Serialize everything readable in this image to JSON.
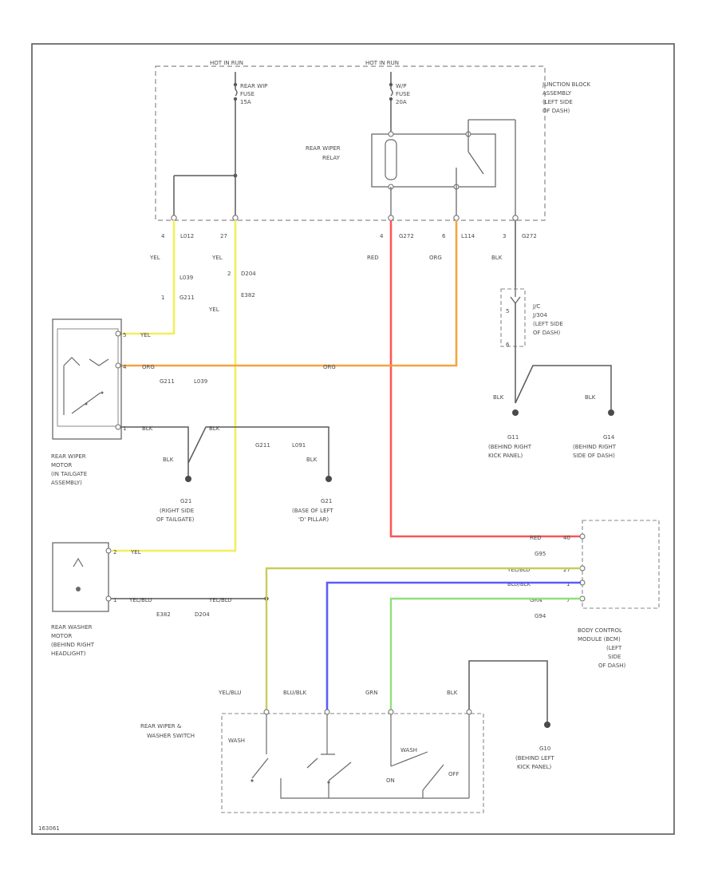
{
  "power": {
    "left": "HOT IN RUN",
    "right": "HOT IN RUN"
  },
  "fuses": {
    "left": [
      "REAR WIP",
      "FUSE",
      "15A"
    ],
    "right": [
      "W/P",
      "FUSE",
      "20A"
    ]
  },
  "relay_label": [
    "REAR WIPER",
    "RELAY"
  ],
  "junction_label": [
    "JUNCTION BLOCK",
    "ASSEMBLY",
    "(LEFT SIDE",
    "OF DASH)"
  ],
  "pins_top": [
    "4",
    "27",
    "4",
    "6",
    "3"
  ],
  "conn_top": [
    "L012",
    "",
    "G272",
    "L114",
    "G272"
  ],
  "wire_top": [
    "YEL",
    "YEL",
    "RED",
    "ORG",
    "BLK"
  ],
  "mid_left": {
    "conn_a": "L039",
    "conn_b": "G211",
    "pin": "1",
    "conn_c": "D204",
    "conn_d": "E382",
    "wire": "YEL",
    "pin2": "2"
  },
  "motor": {
    "pins": [
      "5",
      "4",
      "1"
    ],
    "wires": [
      "YEL",
      "ORG",
      "BLK"
    ],
    "inline": [
      "G211",
      "L039"
    ],
    "wire_long": "ORG",
    "label": [
      "REAR WIPER",
      "MOTOR",
      "(IN TAILGATE",
      "ASSEMBLY)"
    ]
  },
  "ground_branch": {
    "wire1": "BLK",
    "conn1": "G211",
    "conn2": "L091",
    "wire2": "BLK",
    "wire3": "BLK"
  },
  "grounds": {
    "g1_name": "G21",
    "g1_loc": [
      "(RIGHT SIDE",
      "OF TAILGATE)"
    ],
    "g2_name": "G21",
    "g2_loc": [
      "(BASE OF LEFT",
      "'D' PILLAR)"
    ],
    "g3_name": "G11",
    "g3_loc": [
      "(BEHIND RIGHT",
      "KICK PANEL)"
    ],
    "g4_name": "G14",
    "g4_loc": [
      "(BEHIND RIGHT",
      "SIDE OF DASH)"
    ],
    "g5_name": "G10",
    "g5_loc": [
      "(BEHIND LEFT",
      "KICK PANEL)"
    ]
  },
  "jc": {
    "label": [
      "J/C",
      "J/304",
      "(LEFT SIDE",
      "OF DASH)"
    ],
    "pin_top": "5",
    "pin_bot": "6",
    "wire_l": "BLK",
    "wire_r": "BLK"
  },
  "washer": {
    "pins": [
      "2",
      "1"
    ],
    "wire_top": "YEL",
    "wire_bot": [
      "YEL/BLU",
      "YEL/BLU"
    ],
    "conns": [
      "E382",
      "D204"
    ],
    "label": [
      "REAR WASHER",
      "MOTOR",
      "(BEHIND RIGHT",
      "HEADLIGHT)"
    ]
  },
  "bcm": {
    "wires": [
      "RED",
      "YEL/BLU",
      "BLU/BLK",
      "GRN"
    ],
    "pins": [
      "40",
      "27",
      "1",
      "7"
    ],
    "conns": [
      "G95",
      "G94"
    ],
    "label": [
      "BODY CONTROL",
      "MODULE (BCM)",
      "(LEFT",
      "SIDE",
      "OF DASH)"
    ]
  },
  "switch": {
    "wires": [
      "YEL/BLU",
      "BLU/BLK",
      "GRN",
      "BLK"
    ],
    "label": [
      "REAR WIPER &",
      "WASHER SWITCH"
    ],
    "pos": [
      "WASH",
      "WASH",
      "ON",
      "OFF"
    ]
  },
  "figure_id": "163061",
  "colors": {
    "yellow": "#f2ee5c",
    "orange": "#f5a442",
    "red": "#ff5555",
    "blue": "#5b5bff",
    "green": "#8fe07a",
    "olive": "#c9cc5c",
    "line": "#5a5a5a"
  }
}
